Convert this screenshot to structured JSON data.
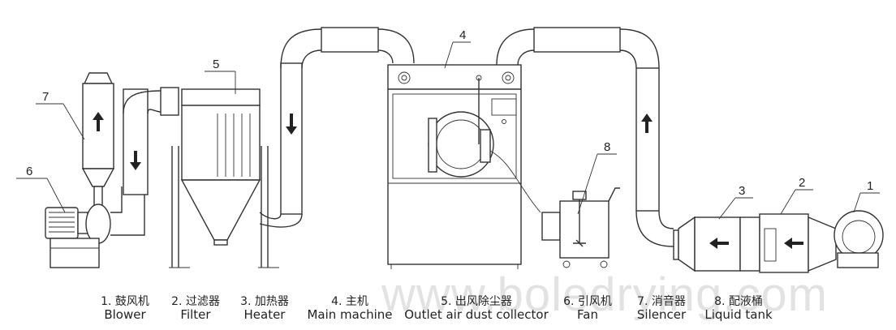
{
  "watermark": "www.boledrying.com",
  "callouts": [
    "1",
    "2",
    "3",
    "4",
    "5",
    "6",
    "7",
    "8"
  ],
  "legend": [
    {
      "zh": "1. 鼓风机",
      "en": "Blower"
    },
    {
      "zh": "2. 过滤器",
      "en": "Filter"
    },
    {
      "zh": "3. 加热器",
      "en": "Heater"
    },
    {
      "zh": "4. 主机",
      "en": "Main machine"
    },
    {
      "zh": "5. 出风除尘器",
      "en": "Outlet air dust collector"
    },
    {
      "zh": "6. 引风机",
      "en": "Fan"
    },
    {
      "zh": "7. 消音器",
      "en": "Silencer"
    },
    {
      "zh": "8. 配液桶",
      "en": "Liquid tank"
    }
  ]
}
